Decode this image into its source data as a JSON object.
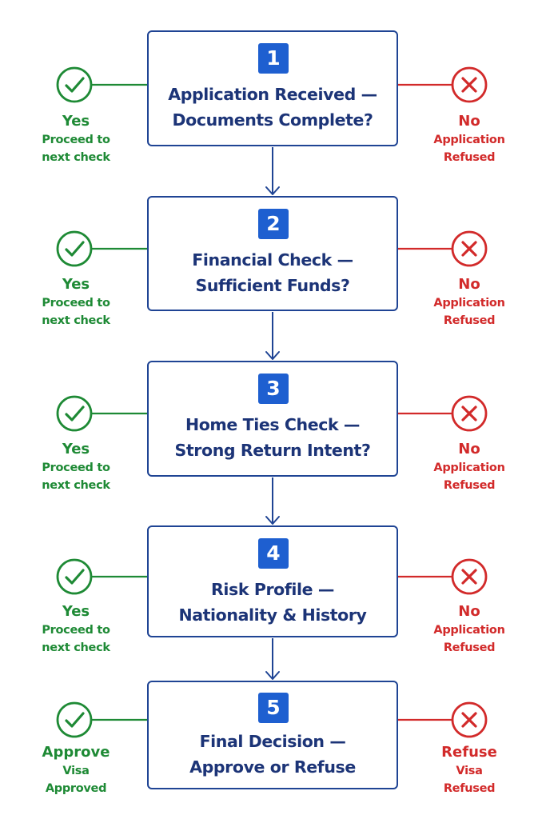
{
  "colors": {
    "box_border": "#1f4494",
    "badge_bg": "#1e5fd0",
    "title_text": "#1c3477",
    "yes_green": "#1e8a35",
    "no_red": "#d22a2a",
    "arrow": "#1f4494"
  },
  "icons": {
    "yes": "check-circle-icon",
    "no": "x-circle-icon"
  },
  "steps": [
    {
      "number": "1",
      "title_line1": "Application Received —",
      "title_line2": "Documents Complete?",
      "yes": {
        "head": "Yes",
        "line1": "Proceed to",
        "line2": "next check"
      },
      "no": {
        "head": "No",
        "line1": "Application",
        "line2": "Refused"
      }
    },
    {
      "number": "2",
      "title_line1": "Financial Check —",
      "title_line2": "Sufficient Funds?",
      "yes": {
        "head": "Yes",
        "line1": "Proceed to",
        "line2": "next check"
      },
      "no": {
        "head": "No",
        "line1": "Application",
        "line2": "Refused"
      }
    },
    {
      "number": "3",
      "title_line1": "Home Ties Check —",
      "title_line2": "Strong Return Intent?",
      "yes": {
        "head": "Yes",
        "line1": "Proceed to",
        "line2": "next check"
      },
      "no": {
        "head": "No",
        "line1": "Application",
        "line2": "Refused"
      }
    },
    {
      "number": "4",
      "title_line1": "Risk Profile —",
      "title_line2": "Nationality & History",
      "yes": {
        "head": "Yes",
        "line1": "Proceed to",
        "line2": "next check"
      },
      "no": {
        "head": "No",
        "line1": "Application",
        "line2": "Refused"
      }
    },
    {
      "number": "5",
      "title_line1": "Final Decision —",
      "title_line2": "Approve or Refuse",
      "yes": {
        "head": "Approve",
        "line1": "Visa",
        "line2": "Approved"
      },
      "no": {
        "head": "Refuse",
        "line1": "Visa",
        "line2": "Refused"
      }
    }
  ]
}
